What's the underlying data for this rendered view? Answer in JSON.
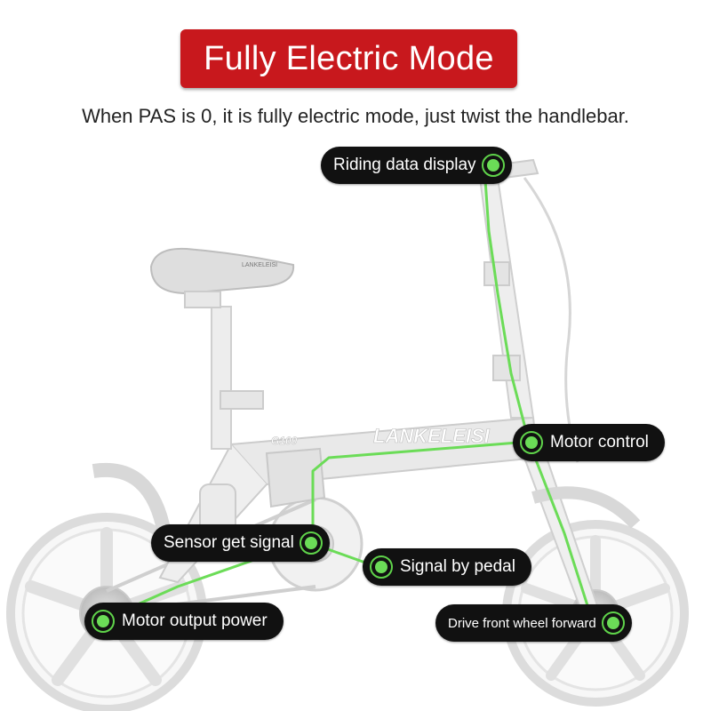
{
  "title": "Fully Electric Mode",
  "subtitle": "When PAS is 0, it is fully electric mode, just twist the handlebar.",
  "callouts": [
    {
      "id": "display",
      "label": "Riding data display"
    },
    {
      "id": "control",
      "label": "Motor control"
    },
    {
      "id": "sensor",
      "label": "Sensor get signal"
    },
    {
      "id": "pedal",
      "label": "Signal by pedal"
    },
    {
      "id": "motor",
      "label": "Motor output power"
    },
    {
      "id": "drive",
      "label": "Drive front wheel forward"
    }
  ],
  "frame_logo": "LANKELEISI",
  "frame_model": "G100",
  "seat_logo": "LANKELEISI",
  "colors": {
    "title_bg": "#c8181d",
    "pill_bg": "#111111",
    "signal_line": "#6bdc57",
    "bike_body": "#f2f2f2"
  }
}
